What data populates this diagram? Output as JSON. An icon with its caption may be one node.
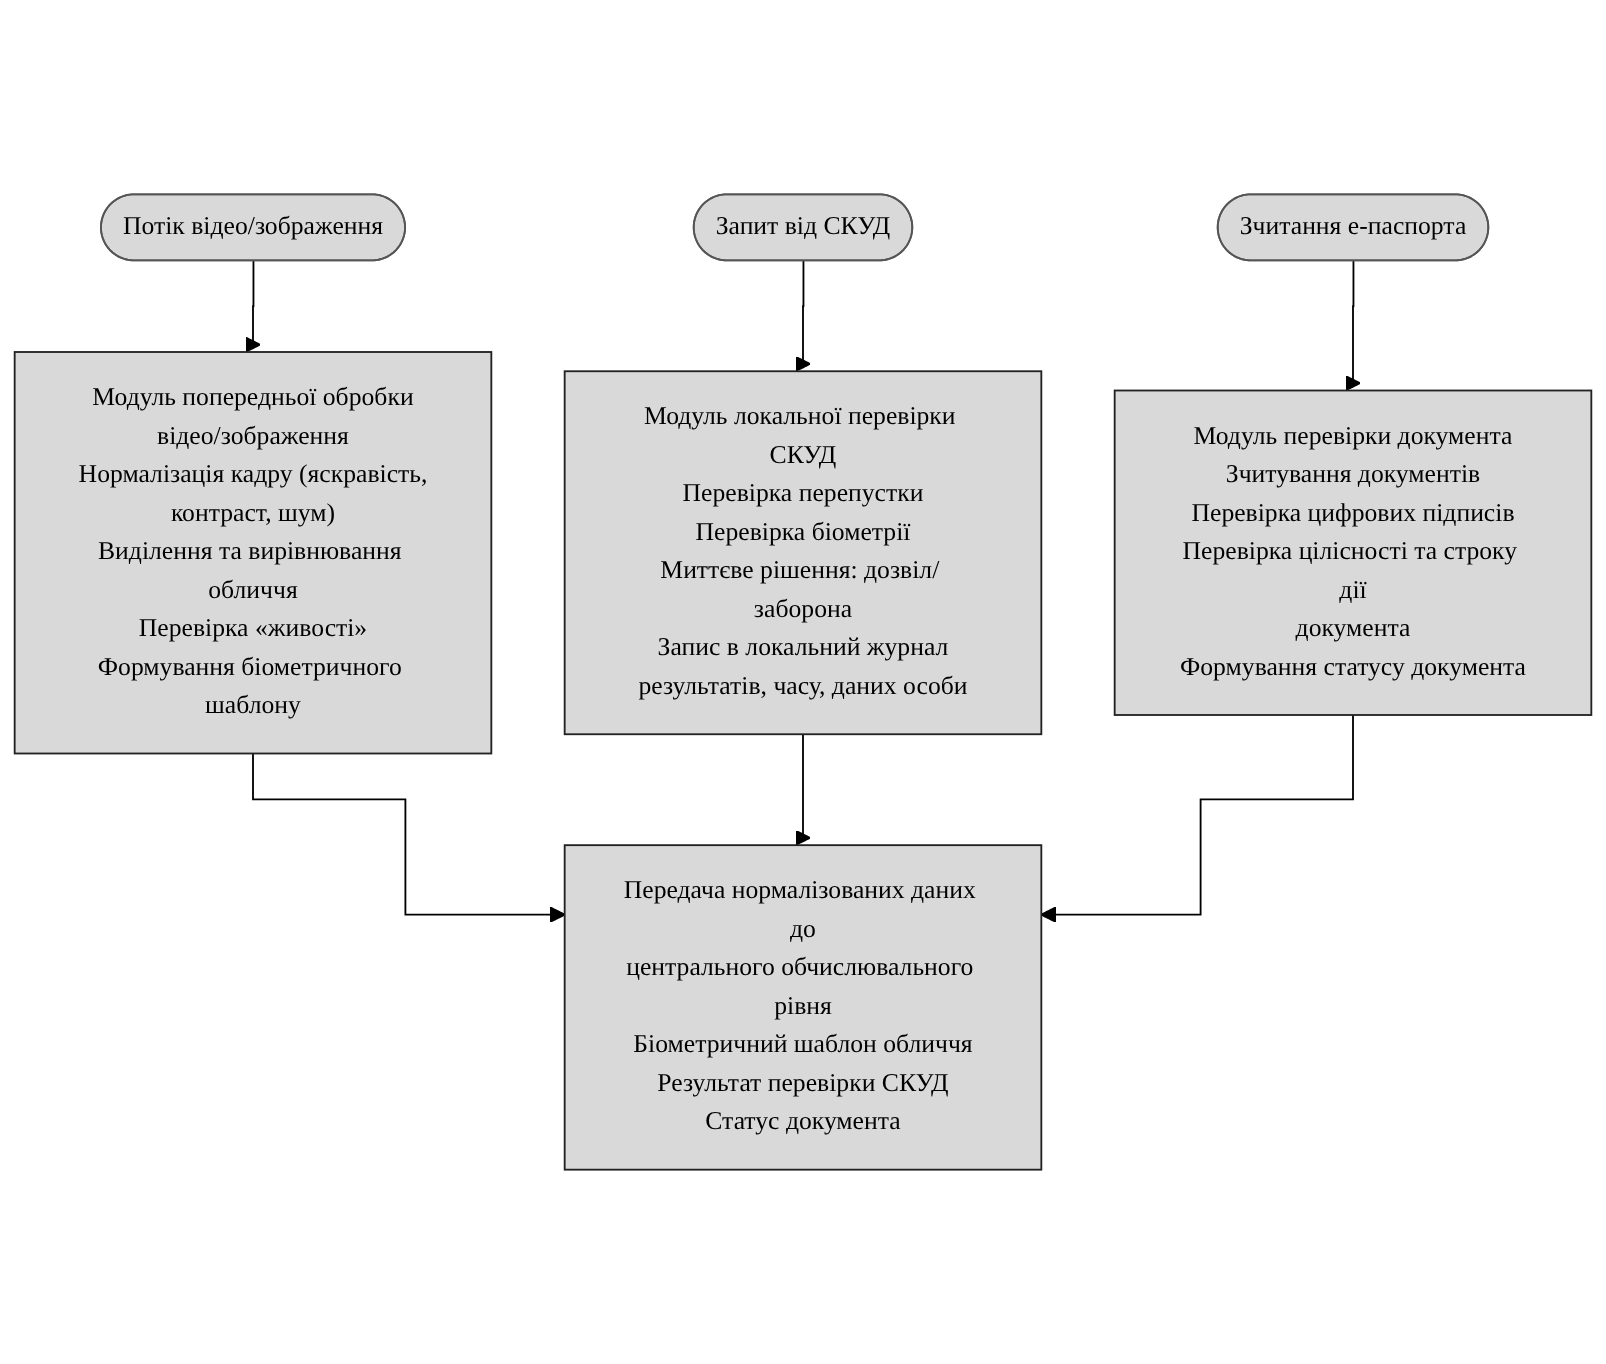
{
  "diagram": {
    "nodes": [
      {
        "text": [
          "Потік відео/зображення"
        ]
      },
      {
        "text": [
          "Запит від СКУД"
        ]
      },
      {
        "text": [
          "Зчитання е-паспорта"
        ]
      },
      {
        "text": [
          "Модуль попередньої обробки відео/зображення",
          "Нормалізація кадру (яскравість, контраст, шум)",
          "Виділення та вирівнювання обличчя",
          "Перевірка «живості»",
          "Формування біометричного шаблону"
        ]
      },
      {
        "text": [
          "Модуль локальної перевірки СКУД",
          "Перевірка перепустки",
          "Перевірка біометрії",
          "Миттєве рішення: дозвіл/ заборона",
          "Запис в локальний журнал результатів, часу, даних особи"
        ]
      },
      {
        "text": [
          "Модуль перевірки документа",
          "Зчитування документів",
          "Перевірка цифрових підписів",
          "Перевірка цілісності та строку дії документа",
          "Формування статусу документа"
        ]
      },
      {
        "text": [
          "Передача нормалізованих даних до центрального обчислювального рівня",
          "Біометричний шаблон обличчя",
          "Результат перевірки СКУД",
          "Статус документа"
        ]
      }
    ],
    "edges": [
      {
        "from": 0,
        "to": 3,
        "arrow": "to"
      },
      {
        "from": 1,
        "to": 4,
        "arrow": "to"
      },
      {
        "from": 2,
        "to": 5,
        "arrow": "to"
      },
      {
        "from": 3,
        "to": 6,
        "arrow": "to"
      },
      {
        "from": 4,
        "to": 6,
        "arrow": "to"
      },
      {
        "from": 5,
        "to": 6,
        "arrow": "to"
      }
    ]
  }
}
